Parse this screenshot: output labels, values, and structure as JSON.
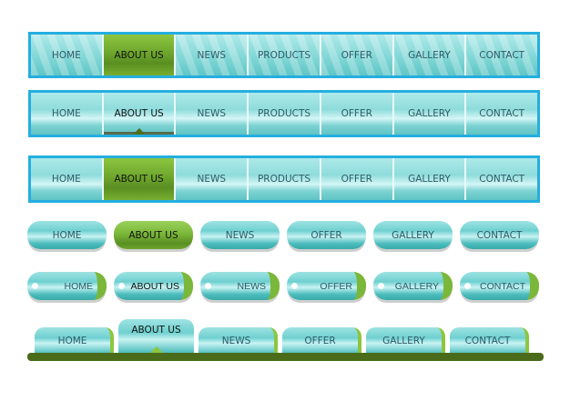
{
  "menus": [
    {
      "style": "striped-bar",
      "items": [
        "HOME",
        "ABOUT US",
        "NEWS",
        "PRODUCTS",
        "OFFER",
        "GALLERY",
        "CONTACT"
      ],
      "active": 1
    },
    {
      "style": "arrow-bar",
      "items": [
        "HOME",
        "ABOUT US",
        "NEWS",
        "PRODUCTS",
        "OFFER",
        "GALLERY",
        "CONTACT"
      ],
      "active": 1
    },
    {
      "style": "plain-bar",
      "items": [
        "HOME",
        "ABOUT US",
        "NEWS",
        "PRODUCTS",
        "OFFER",
        "GALLERY",
        "CONTACT"
      ],
      "active": 1
    },
    {
      "style": "pills",
      "items": [
        "HOME",
        "ABOUT US",
        "NEWS",
        "OFFER",
        "GALLERY",
        "CONTACT"
      ],
      "active": 1
    },
    {
      "style": "tag-pills",
      "items": [
        "HOME",
        "ABOUT US",
        "NEWS",
        "OFFER",
        "GALLERY",
        "CONTACT"
      ],
      "active": 1
    },
    {
      "style": "tabs",
      "items": [
        "HOME",
        "ABOUT US",
        "NEWS",
        "OFFER",
        "GALLERY",
        "CONTACT"
      ],
      "active": 1
    }
  ],
  "colors": {
    "accent": "#25aee0",
    "active": "#6ea62d",
    "base": "#4a6b1a"
  }
}
